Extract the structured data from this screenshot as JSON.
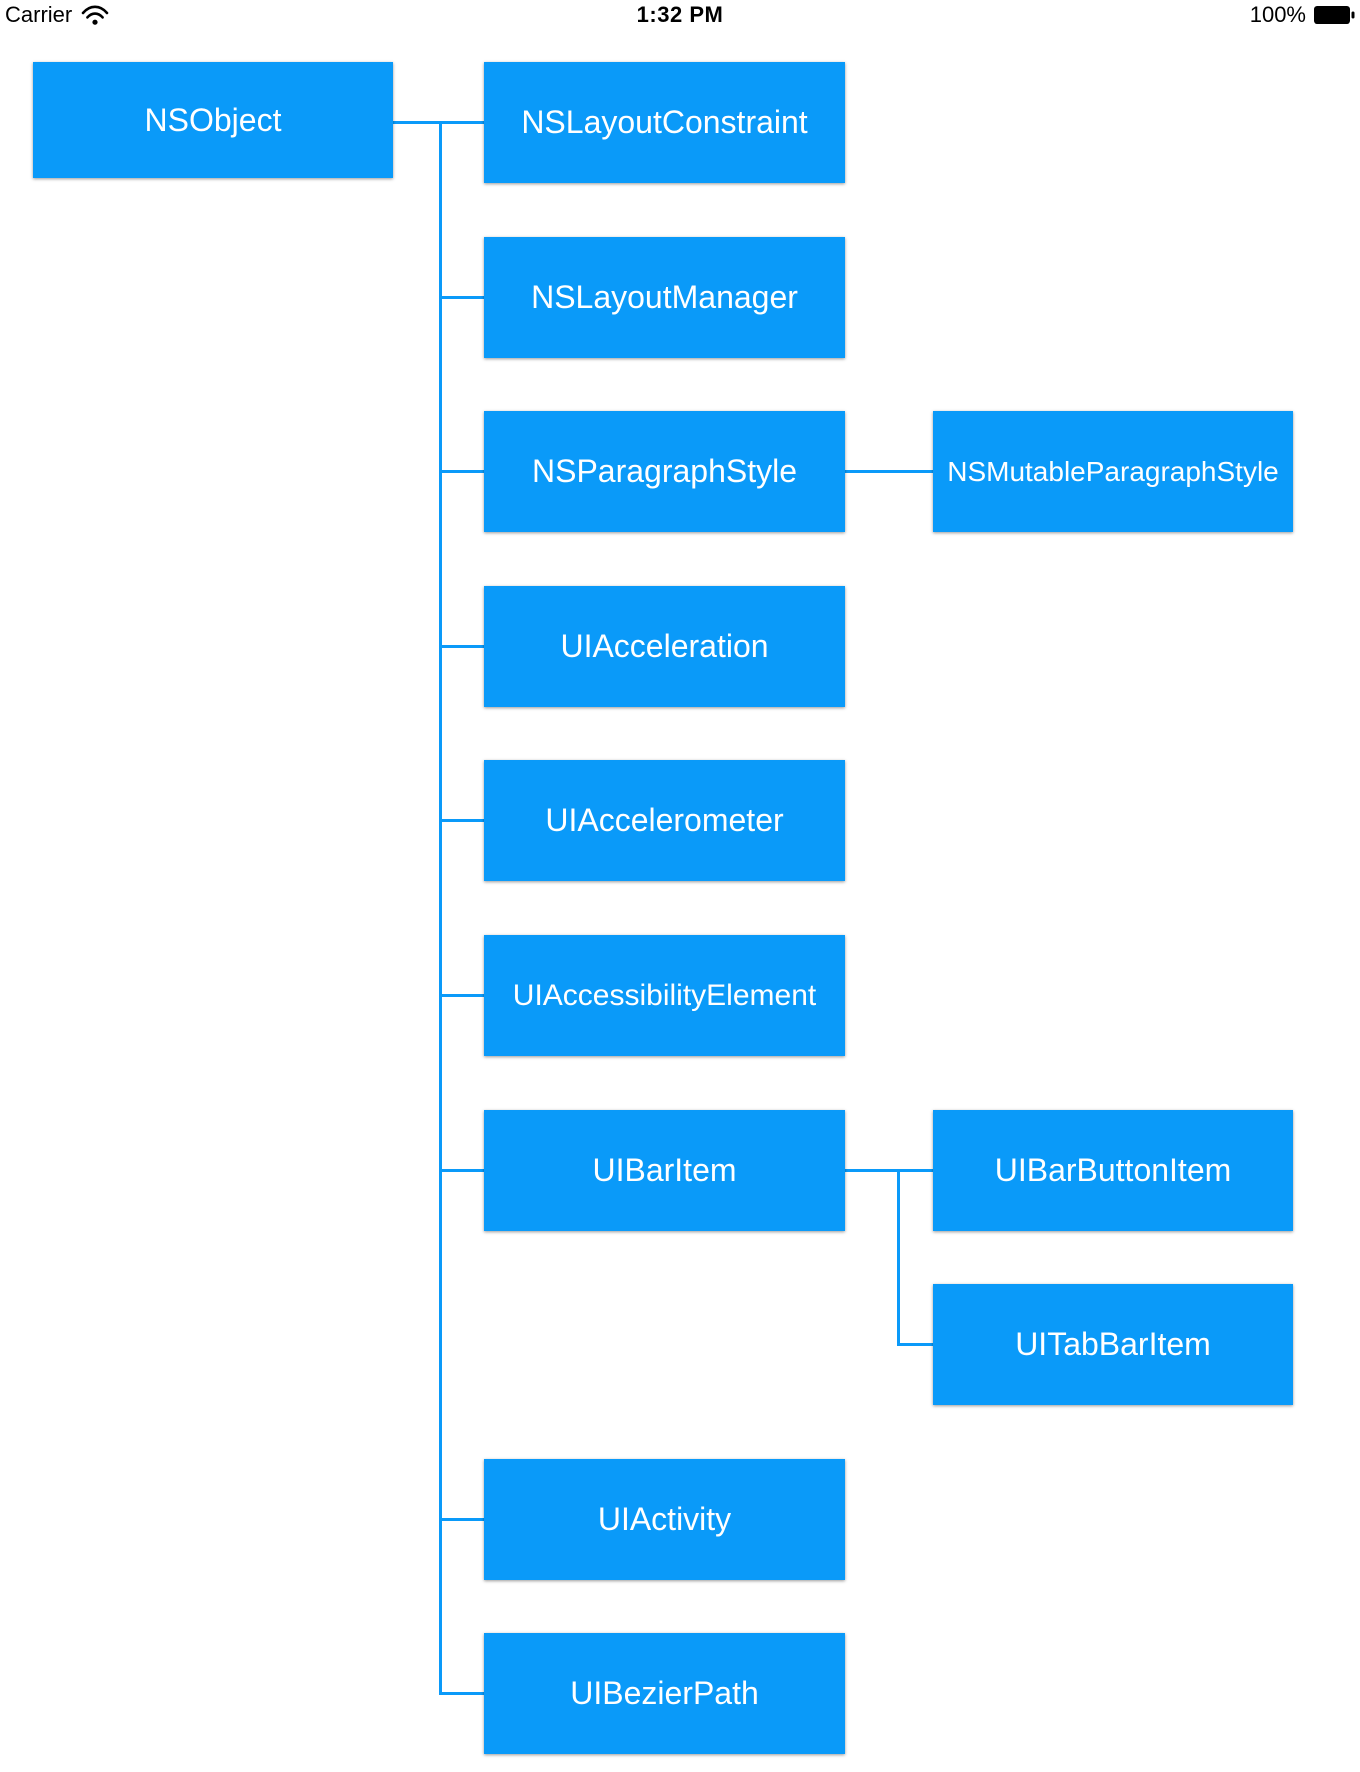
{
  "status_bar": {
    "carrier": "Carrier",
    "time": "1:32 PM",
    "battery_percent": "100%",
    "icons": {
      "left": "wifi-icon",
      "right": "battery-icon"
    }
  },
  "colors": {
    "accent_blue": "#0a9af9",
    "node_text": "#ffffff",
    "status_text": "#000000",
    "background": "#ffffff"
  },
  "hierarchy": {
    "root": {
      "label": "NSObject"
    },
    "children": [
      {
        "label": "NSLayoutConstraint"
      },
      {
        "label": "NSLayoutManager"
      },
      {
        "label": "NSParagraphStyle",
        "children": [
          {
            "label": "NSMutableParagraphStyle"
          }
        ]
      },
      {
        "label": "UIAcceleration"
      },
      {
        "label": "UIAccelerometer"
      },
      {
        "label": "UIAccessibilityElement"
      },
      {
        "label": "UIBarItem",
        "children": [
          {
            "label": "UIBarButtonItem"
          },
          {
            "label": "UITabBarItem"
          }
        ]
      },
      {
        "label": "UIActivity"
      },
      {
        "label": "UIBezierPath"
      }
    ]
  }
}
